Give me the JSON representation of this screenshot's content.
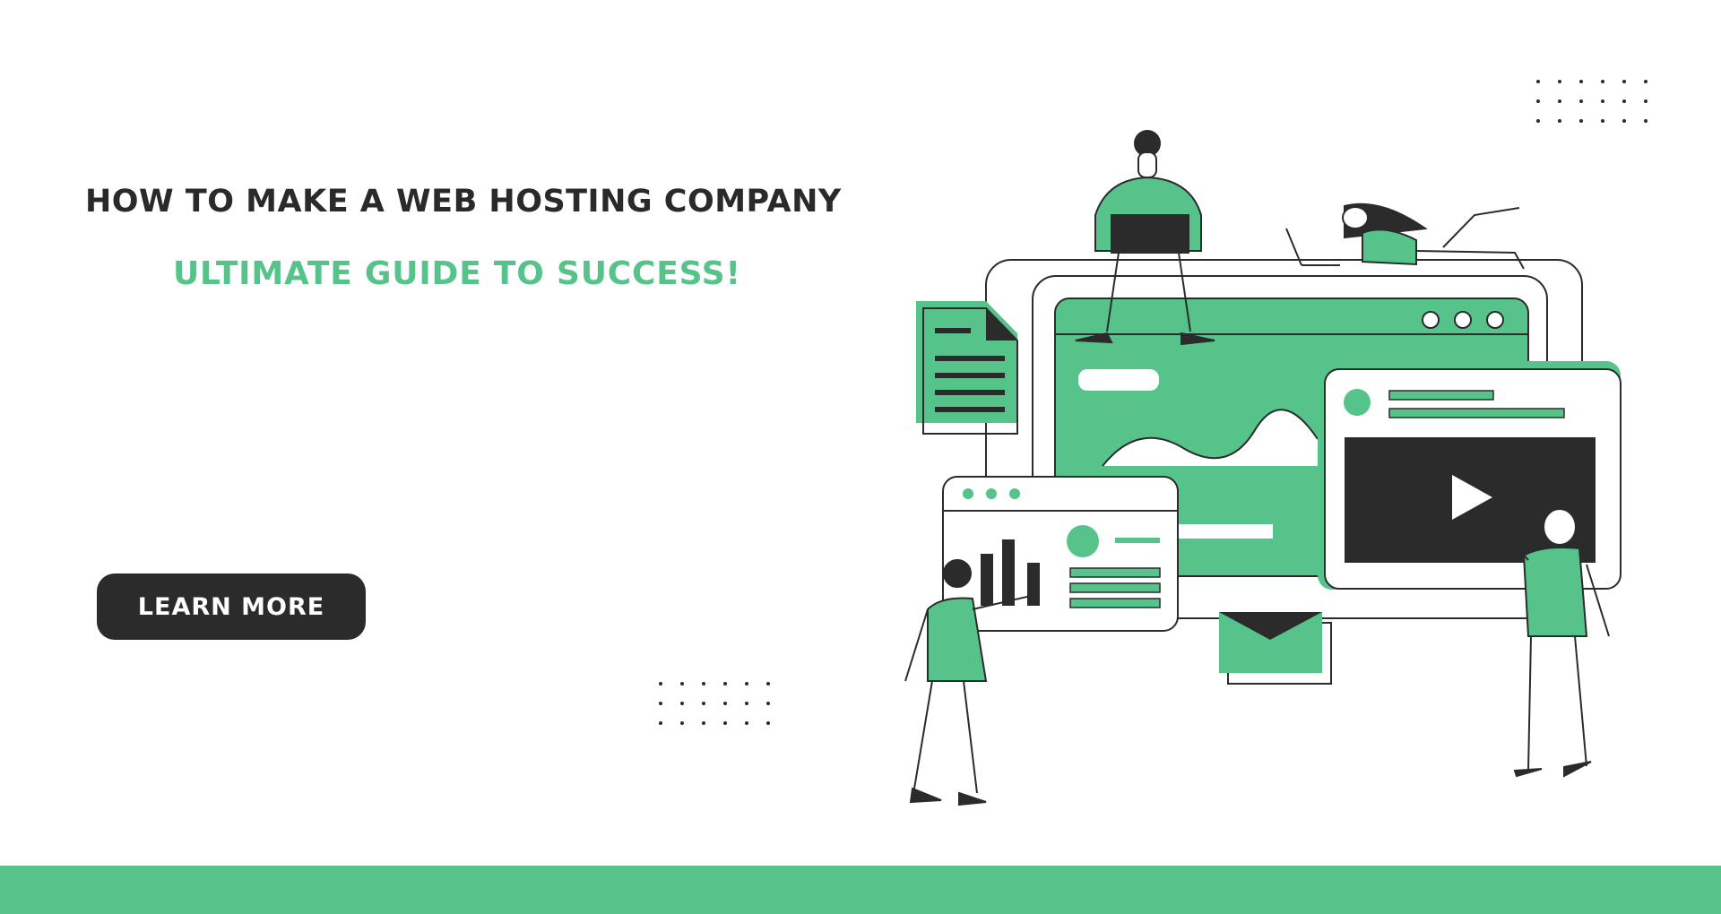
{
  "hero": {
    "headline": "HOW TO MAKE A WEB HOSTING COMPANY",
    "subheadline": "ULTIMATE GUIDE TO SUCCESS!",
    "cta_label": "LEARN MORE"
  },
  "colors": {
    "accent": "#55c38a",
    "dark": "#2b2b2b",
    "background": "#ffffff"
  },
  "illustration": {
    "icons": [
      "document-icon",
      "browser-window-icon",
      "video-player-icon",
      "bar-chart-icon",
      "envelope-icon",
      "play-icon"
    ]
  }
}
